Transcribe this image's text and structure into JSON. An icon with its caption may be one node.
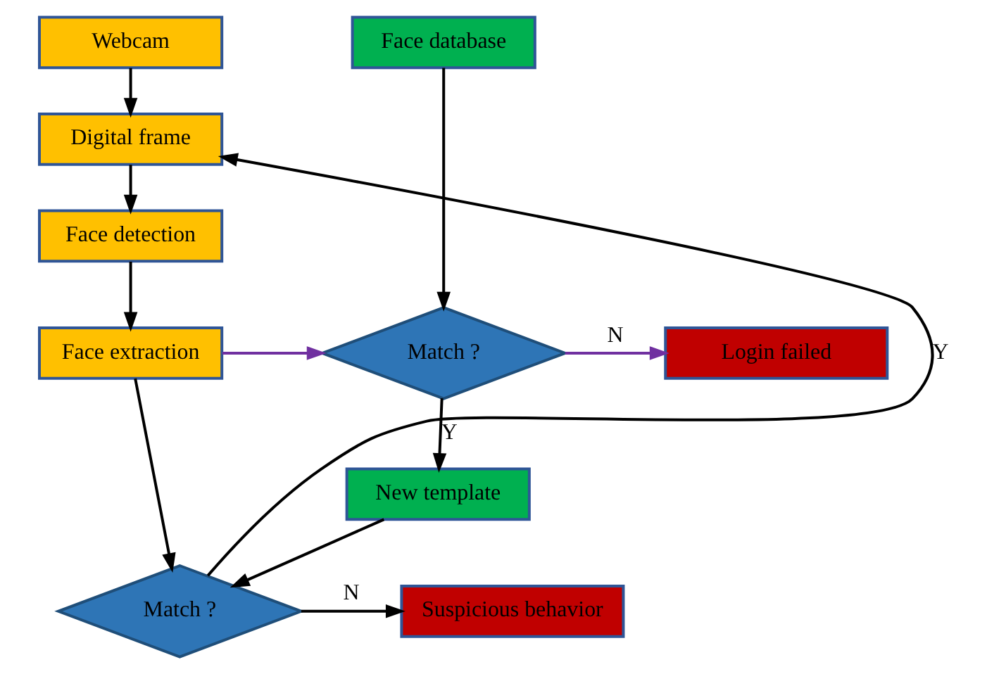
{
  "diagram": {
    "nodes": [
      {
        "text": [
          "Webcam"
        ]
      },
      {
        "text": [
          "Face database"
        ]
      },
      {
        "text": [
          "Digital frame"
        ]
      },
      {
        "text": [
          "Face detection"
        ]
      },
      {
        "text": [
          "Face extraction"
        ]
      },
      {
        "text": [
          "Match ?"
        ]
      },
      {
        "text": [
          "Login failed"
        ]
      },
      {
        "text": [
          "New template"
        ]
      },
      {
        "text": [
          "Match ?"
        ]
      },
      {
        "text": [
          "Suspicious behavior"
        ]
      }
    ],
    "edges": [
      {
        "from": 0,
        "to": 2,
        "arrow": "to"
      },
      {
        "from": 2,
        "to": 3,
        "arrow": "to"
      },
      {
        "from": 3,
        "to": 4,
        "arrow": "to"
      },
      {
        "from": 4,
        "to": 5,
        "arrow": "to",
        "color": "#7030a0"
      },
      {
        "from": 1,
        "to": 5,
        "arrow": "to"
      },
      {
        "from": 5,
        "to": 6,
        "arrow": "to",
        "label": "N",
        "color": "#7030a0"
      },
      {
        "from": 5,
        "to": 7,
        "arrow": "to",
        "label": "Y"
      },
      {
        "from": 7,
        "to": 8,
        "arrow": "to"
      },
      {
        "from": 4,
        "to": 8,
        "arrow": "to"
      },
      {
        "from": 8,
        "to": 9,
        "arrow": "to",
        "label": "N"
      },
      {
        "from": 8,
        "to": 2,
        "arrow": "to",
        "label": "Y"
      }
    ]
  }
}
